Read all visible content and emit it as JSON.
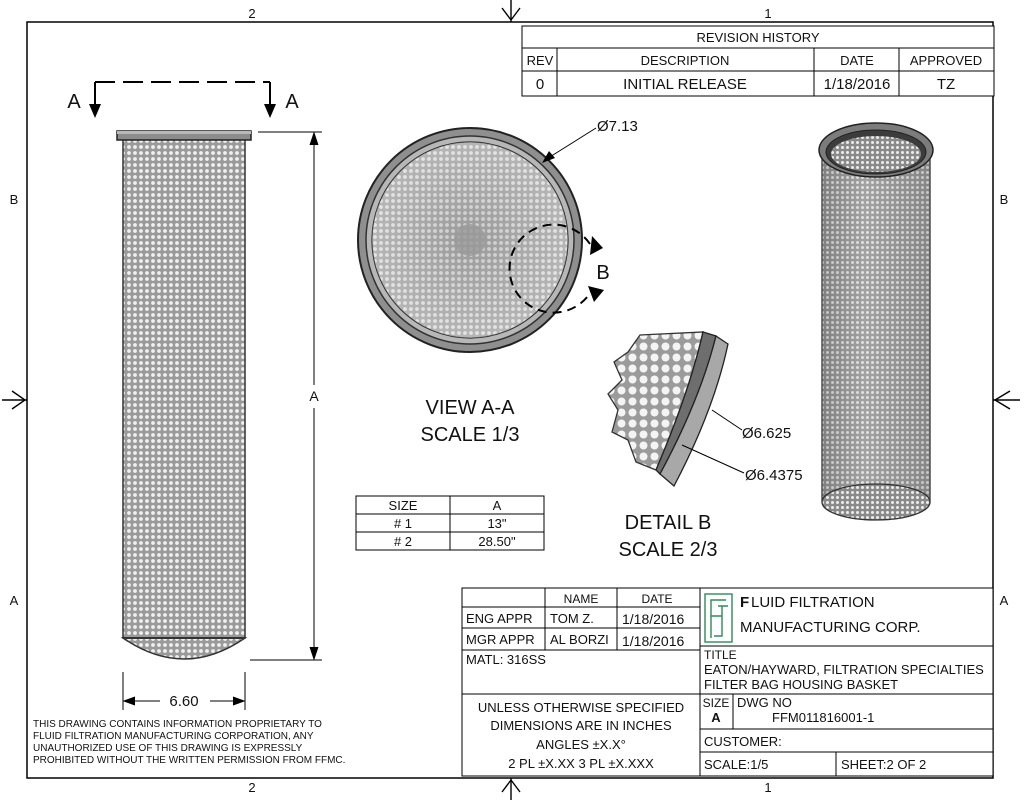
{
  "zones": {
    "top_left": "2",
    "top_right": "1",
    "bottom_left": "2",
    "bottom_right": "1",
    "left_top": "B",
    "left_bottom": "A",
    "right_top": "B",
    "right_bottom": "A"
  },
  "revision": {
    "title": "REVISION HISTORY",
    "headers": [
      "REV",
      "DESCRIPTION",
      "DATE",
      "APPROVED"
    ],
    "row": [
      "0",
      "INITIAL RELEASE",
      "1/18/2016",
      "TZ"
    ]
  },
  "section_marks": {
    "left": "A",
    "right": "A"
  },
  "dimensions": {
    "diameter_outer": "Ø7.13",
    "detail_marker": "B",
    "height": "A",
    "width": "6.60",
    "detail_od": "Ø6.625",
    "detail_id": "Ø6.4375"
  },
  "view_aa": {
    "line1": "VIEW A-A",
    "line2": "SCALE 1/3"
  },
  "detail_b": {
    "line1": "DETAIL  B",
    "line2": "SCALE 2/3"
  },
  "size_table": {
    "headers": [
      "SIZE",
      "A"
    ],
    "rows": [
      [
        "# 1",
        "13\""
      ],
      [
        "# 2",
        "28.50\""
      ]
    ]
  },
  "proprietary_note": [
    "THIS DRAWING CONTAINS INFORMATION PROPRIETARY TO",
    "FLUID FILTRATION MANUFACTURING CORPORATION, ANY",
    "UNAUTHORIZED USE OF THIS DRAWING IS EXPRESSLY",
    "PROHIBITED WITHOUT THE WRITTEN PERMISSION FROM FFMC."
  ],
  "title_block": {
    "name_header": "NAME",
    "date_header": "DATE",
    "eng_label": "ENG APPR",
    "eng_name": "TOM Z.",
    "eng_date": "1/18/2016",
    "mgr_label": "MGR APPR",
    "mgr_name": "AL BORZI",
    "mgr_date": "1/18/2016",
    "material": "MATL: 316SS",
    "company_line1_initial": "F",
    "company_line1_rest": "LUID FILTRATION",
    "company_line2": "MANUFACTURING CORP.",
    "title_label": "TITLE",
    "title_line1": "EATON/HAYWARD, FILTRATION SPECIALTIES",
    "title_line2": "FILTER BAG HOUSING BASKET",
    "size_label": "SIZE",
    "size_value": "A",
    "dwg_label": "DWG NO",
    "dwg_value": "FFM011816001-1",
    "tolerance": [
      "UNLESS OTHERWISE SPECIFIED",
      "DIMENSIONS ARE IN INCHES",
      "ANGLES ±X.X°",
      "2 PL ±X.XX 3 PL ±X.XXX"
    ],
    "customer": "CUSTOMER:",
    "scale": "SCALE:1/5",
    "sheet": "SHEET:2  OF 2"
  },
  "colors": {
    "logo_green": "#2e8b57",
    "metal": "#8c8c8c",
    "metal_dark": "#4a4a4a",
    "mesh_bg": "#cfcfcf"
  }
}
